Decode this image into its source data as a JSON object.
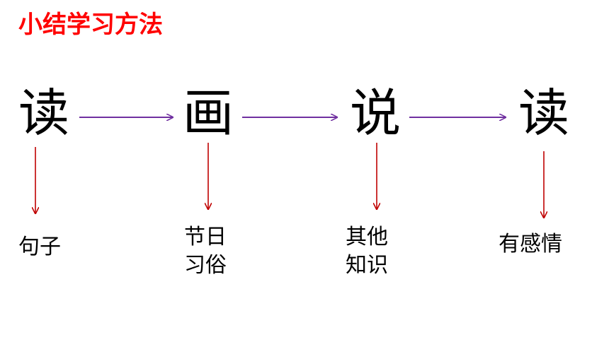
{
  "title": "小结学习方法",
  "colors": {
    "title": "#ff0000",
    "flow_arrow": "#7030a0",
    "down_arrow": "#c00000"
  },
  "steps": [
    {
      "label": "读",
      "note": [
        "句子"
      ]
    },
    {
      "label": "画",
      "note": [
        "节日",
        "习俗"
      ]
    },
    {
      "label": "说",
      "note": [
        "其他",
        "知识"
      ]
    },
    {
      "label": "读",
      "note": [
        "有感情"
      ]
    }
  ]
}
